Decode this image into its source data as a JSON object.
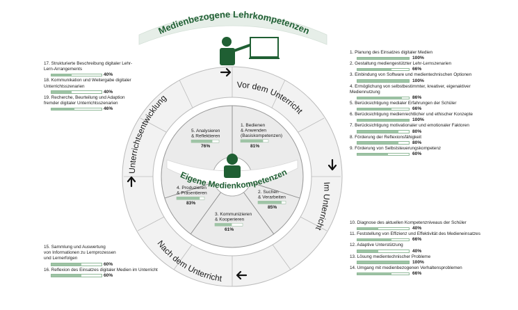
{
  "title_top": "Medienbezogene Lehrkompetenzen",
  "title_inner": "Eigene Medienkompetenzen",
  "phases": {
    "before": "Vor dem Unterricht",
    "during": "Im Unterricht",
    "after": "Nach dem Unterricht",
    "development": "Unterrichtsentwicklung"
  },
  "inner_segments": [
    {
      "label": "1. Bedienen\n& Anwenden\n(Basiskompetenzen)",
      "value": 81,
      "pct": "81%"
    },
    {
      "label": "2. Suchen\n& Verarbeiten",
      "value": 85,
      "pct": "85%"
    },
    {
      "label": "3. Kommunizieren\n& Kooperieren",
      "value": 61,
      "pct": "61%"
    },
    {
      "label": "4. Produzieren\n& Präsentieren",
      "value": 83,
      "pct": "83%"
    },
    {
      "label": "5. Analysieren\n& Reflektieren",
      "value": 76,
      "pct": "76%"
    }
  ],
  "before_items": [
    {
      "label": "1. Planung des Einsatzes digitaler Medien",
      "value": 100,
      "pct": "100%"
    },
    {
      "label": "2. Gestaltung mediengestützter Lehr-Lernszenarien",
      "value": 66,
      "pct": "66%"
    },
    {
      "label": "3. Einbindung von Software und medientechnischen Optionen",
      "value": 100,
      "pct": "100%"
    },
    {
      "label": "4. Ermöglichung von selbstbestimmter, kreativer, eigenaktiver\n    Mediennutzung",
      "value": 86,
      "pct": "86%"
    },
    {
      "label": "5. Berücksichtigung medialer Erfahrungen der Schüler",
      "value": 66,
      "pct": "66%"
    },
    {
      "label": "6. Berücksichtigung medienrechtlicher und ethischer Konzepte",
      "value": 100,
      "pct": "100%"
    },
    {
      "label": "7. Berücksichtigung motivationaler und emotionaler Faktoren",
      "value": 80,
      "pct": "80%"
    },
    {
      "label": "8. Förderung der Reflexionsfähigkeit",
      "value": 80,
      "pct": "80%"
    },
    {
      "label": "9. Förderung von Selbststeuerungskompetenz",
      "value": 60,
      "pct": "60%"
    }
  ],
  "during_items": [
    {
      "label": "10. Diagnose des aktuellen Kompetenzniveaus der Schüler",
      "value": 40,
      "pct": "40%"
    },
    {
      "label": "11. Feststellung von Effizienz und Effektivität des Medieneinsatzes",
      "value": 66,
      "pct": "66%"
    },
    {
      "label": "12. Adaptive Unterstützung",
      "value": 40,
      "pct": "40%"
    },
    {
      "label": "13. Lösung medientechnischer Probleme",
      "value": 100,
      "pct": "100%"
    },
    {
      "label": "14. Umgang mit medienbezogenen Verhaltensproblemen",
      "value": 66,
      "pct": "66%"
    }
  ],
  "after_items": [
    {
      "label": "15. Sammlung und Auswertung\n      von Informationen zu Lernprozessen\n      und Lernerfolgen",
      "value": 60,
      "pct": "60%"
    },
    {
      "label": "16. Reflexion des Einsatzes digitaler Medien im Unterricht",
      "value": 60,
      "pct": "60%"
    }
  ],
  "development_items": [
    {
      "label": "17. Strukturierte Beschreibung digitaler Lehr-\n      Lern-Arrangements",
      "value": 40,
      "pct": "40%"
    },
    {
      "label": "18. Kommunikation und Weitergabe digitaler\n      Unterrichtsszenarien",
      "value": 40,
      "pct": "40%"
    },
    {
      "label": "19. Recherche, Beurteilung und Adaption\n      fremder digitaler Unterrichtsszenarien",
      "value": 46,
      "pct": "46%"
    }
  ],
  "colors": {
    "accent": "#1f5f33",
    "bar_fill": "#9fc4a6",
    "ring": "#f2f2f2",
    "banner": "#e6eee8"
  }
}
